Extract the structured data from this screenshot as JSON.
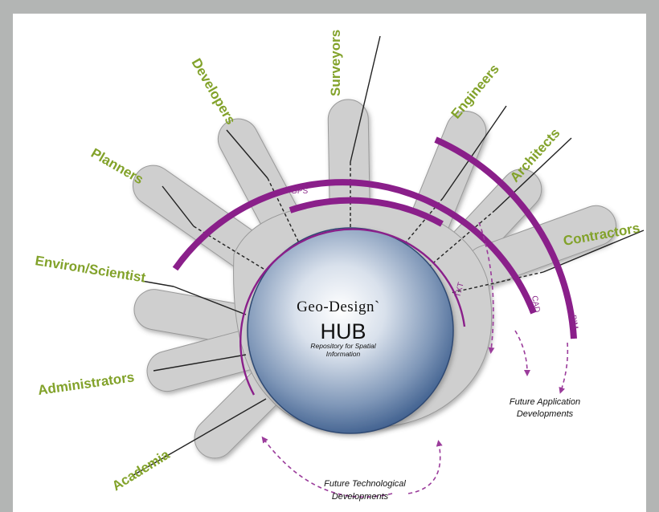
{
  "hub": {
    "title": "Geo-Design`",
    "name": "HUB",
    "subtitle_line1": "Repository for Spatial",
    "subtitle_line2": "Information"
  },
  "stakeholders": [
    "Surveyors",
    "Developers",
    "Engineers",
    "Planners",
    "Architects",
    "Contractors",
    "Environ/Scientist",
    "Administrators",
    "Academia"
  ],
  "technologies": [
    "GPS",
    "CAD",
    "BIM",
    "TXT"
  ],
  "notes": {
    "application_line1": "Future Application",
    "application_line2": "Developments",
    "technological_line1": "Future Technological",
    "technological_line2": "Developments"
  },
  "colors": {
    "label": "#82a22a",
    "arc": "#8a1f8a",
    "hand": "#cfcfcf",
    "hub": "#4f6f98"
  }
}
